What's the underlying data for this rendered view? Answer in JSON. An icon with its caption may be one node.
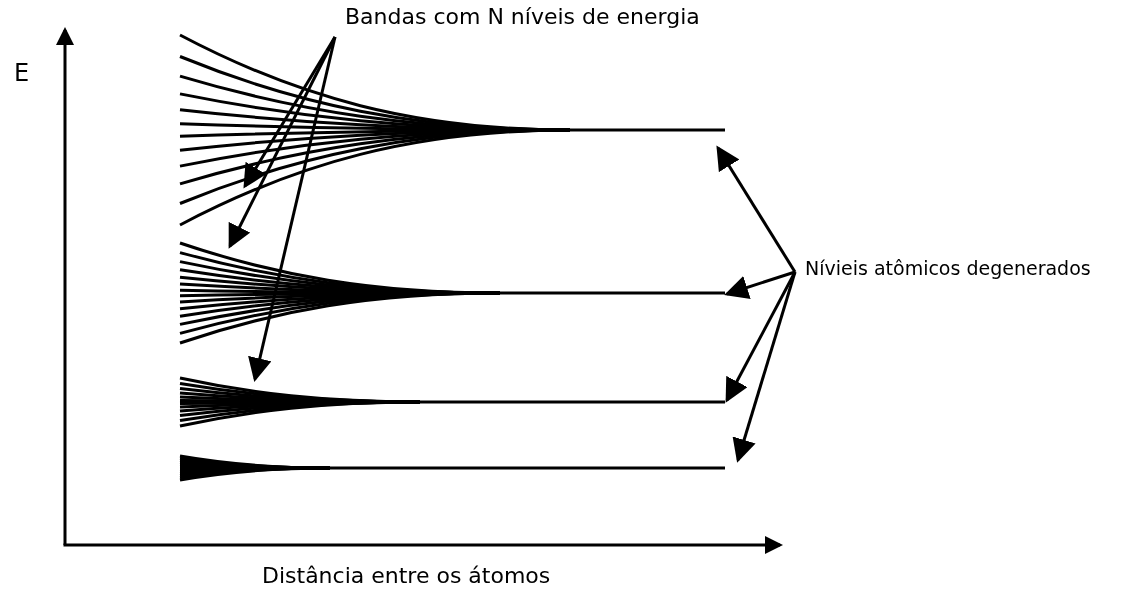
{
  "diagram": {
    "nodes": [
      {
        "text": [
          "Bandas com N níveis de energia"
        ]
      },
      {
        "text": [],
        "shape": "picture"
      },
      {
        "text": [],
        "shape": "picture"
      },
      {
        "text": [],
        "shape": "picture"
      },
      {
        "text": [],
        "shape": "picture"
      },
      {
        "text": [
          "Nívieis atômicos degenerados"
        ]
      }
    ],
    "edges": [
      {
        "from": 0,
        "to": 1,
        "arrow": "to"
      },
      {
        "from": 0,
        "to": 2,
        "arrow": "to"
      },
      {
        "from": 0,
        "to": 3,
        "arrow": "to"
      },
      {
        "from": 5,
        "to": 1,
        "arrow": "to"
      },
      {
        "from": 5,
        "to": 2,
        "arrow": "to"
      },
      {
        "from": 5,
        "to": 3,
        "arrow": "to"
      },
      {
        "from": 5,
        "to": 4,
        "arrow": "to"
      }
    ],
    "labels": [
      "E",
      "Distância entre os átomos"
    ]
  }
}
